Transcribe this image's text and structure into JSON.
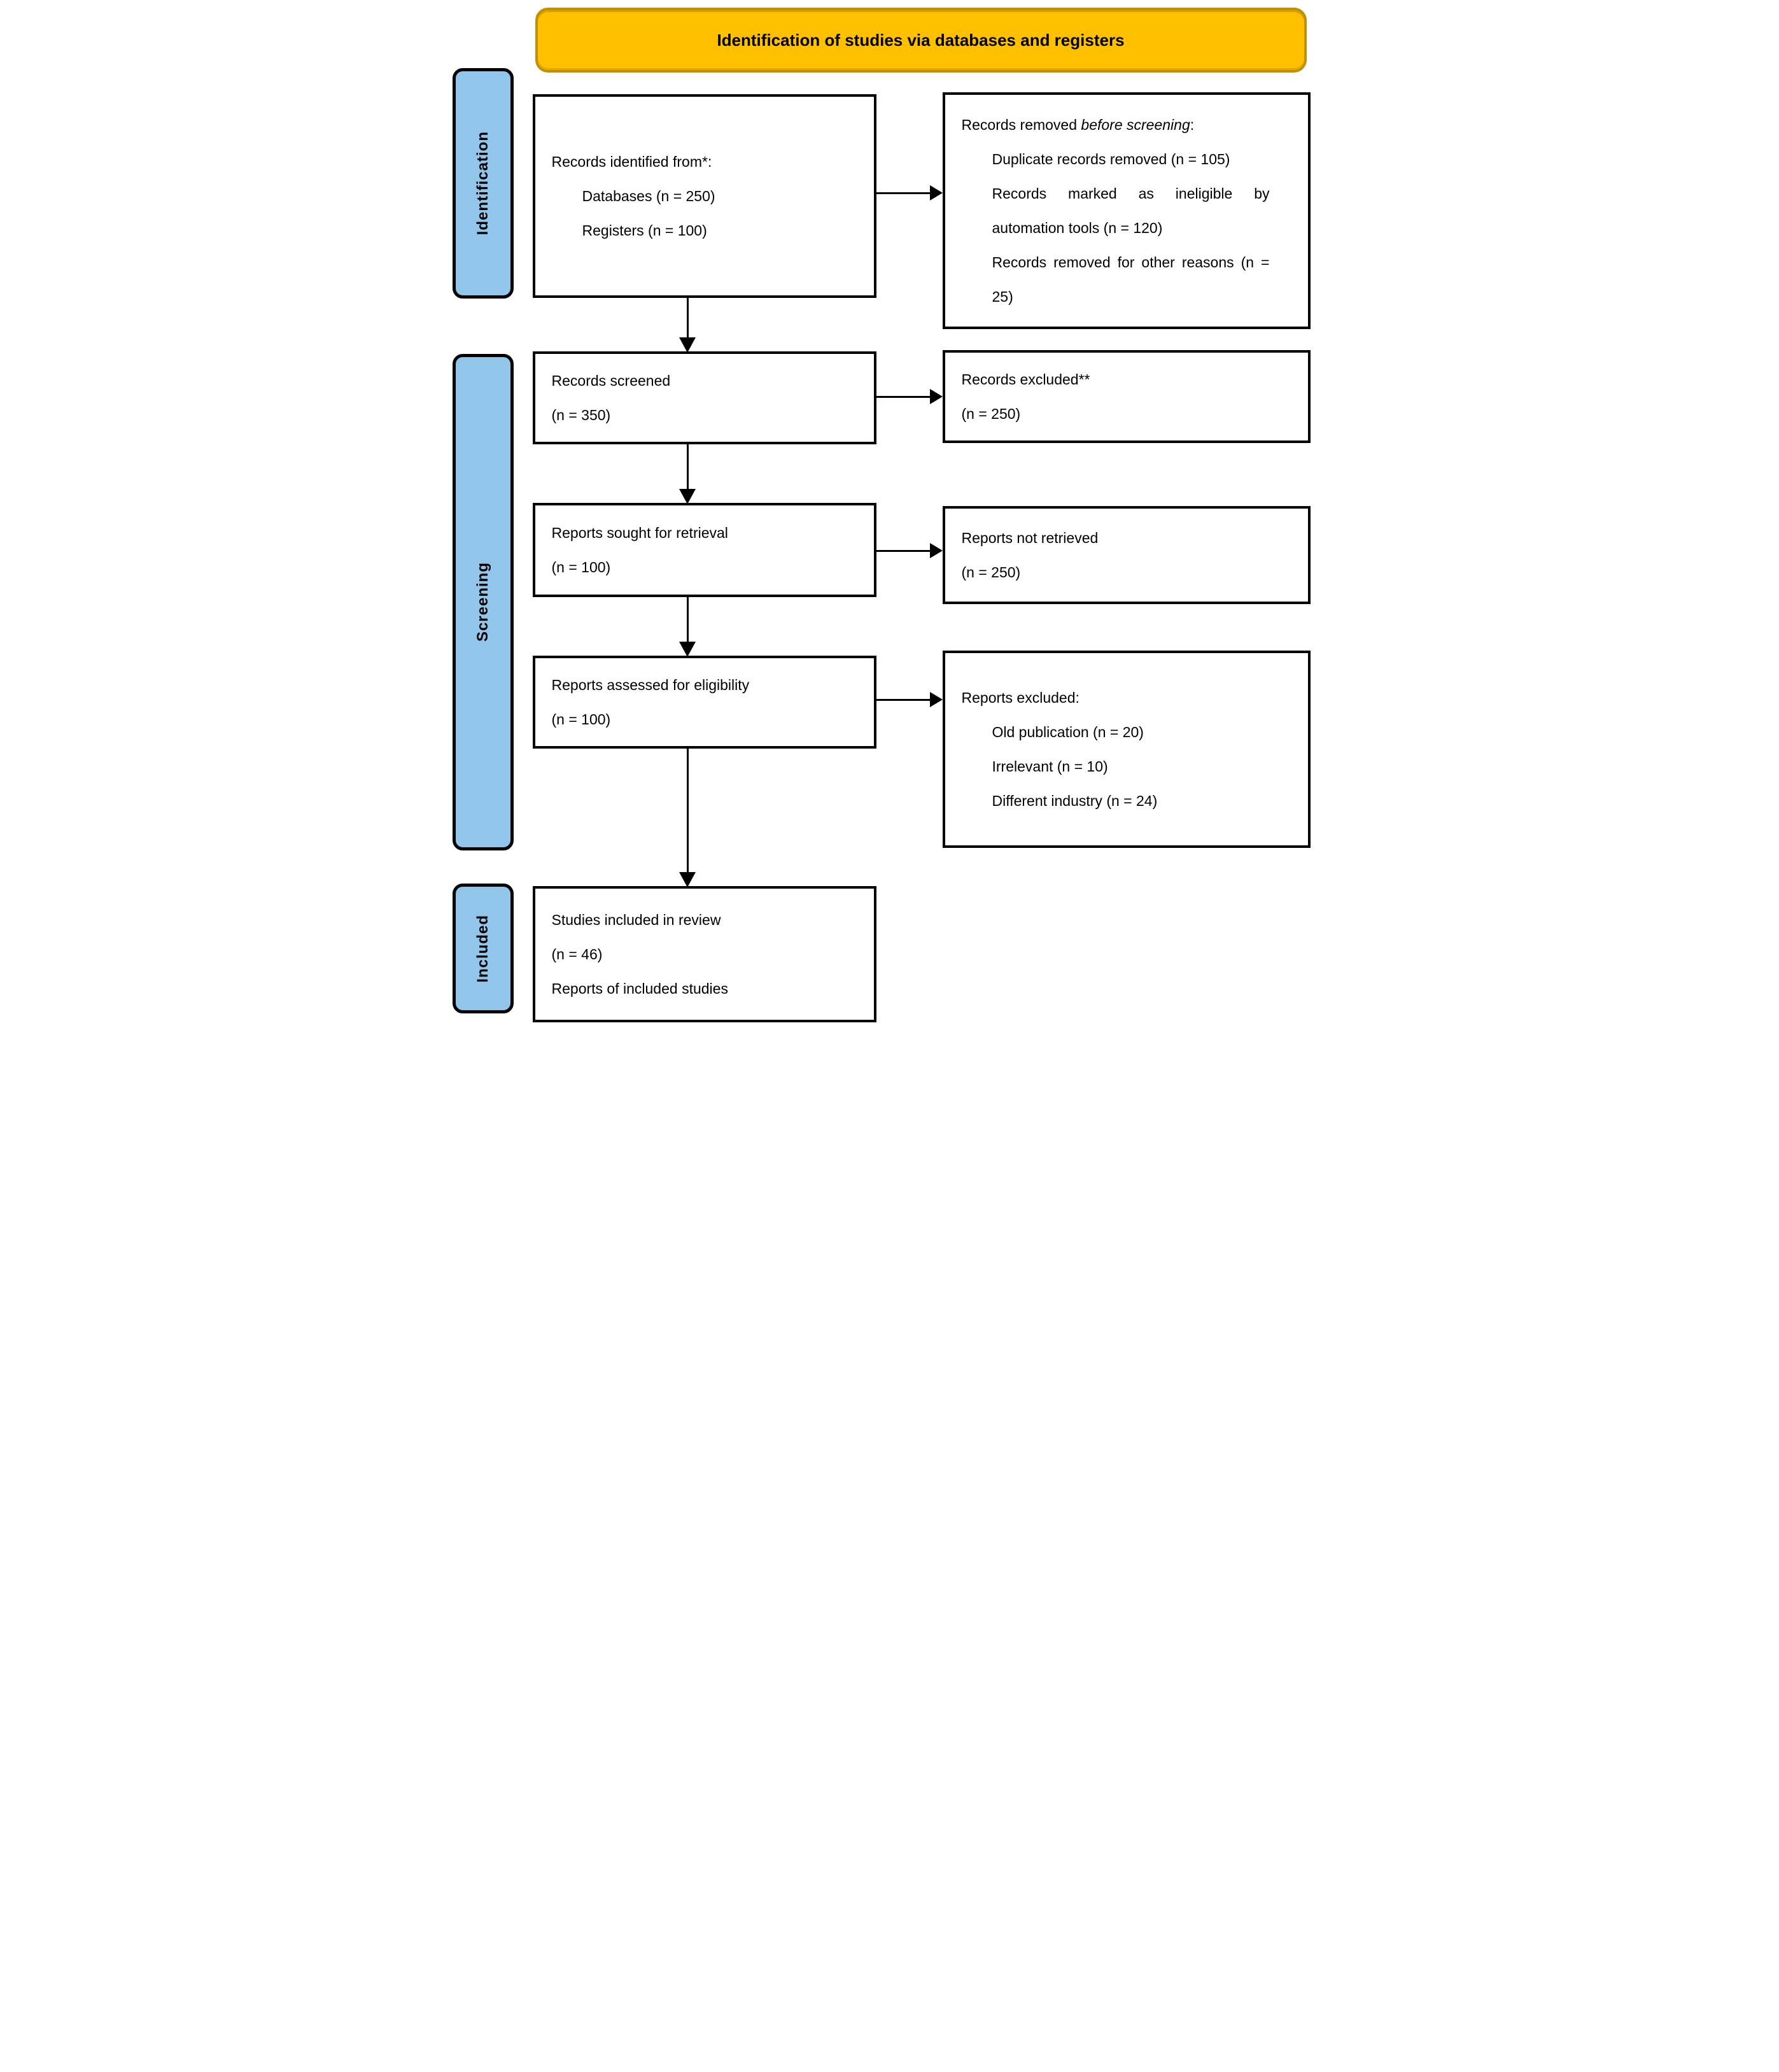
{
  "banner": {
    "title": "Identification of studies via databases and registers"
  },
  "stages": {
    "identification": "Identification",
    "screening": "Screening",
    "included": "Included"
  },
  "boxes": {
    "records_identified": {
      "heading": "Records identified from*:",
      "items": [
        "Databases (n = 250)",
        "Registers (n = 100)"
      ]
    },
    "records_removed": {
      "prefix": "Records removed ",
      "emphasis": "before screening",
      "suffix": ":",
      "items": [
        "Duplicate records removed (n = 105)",
        "Records marked as ineligible by automation tools (n = 120)",
        "Records removed for other reasons (n = 25)"
      ]
    },
    "records_screened": {
      "lines": [
        "Records screened",
        "(n = 350)"
      ]
    },
    "records_excluded": {
      "lines": [
        "Records excluded**",
        "(n = 250)"
      ]
    },
    "reports_sought": {
      "lines": [
        "Reports sought for retrieval",
        "(n = 100)"
      ]
    },
    "reports_not_retrieved": {
      "lines": [
        "Reports not retrieved",
        "(n = 250)"
      ]
    },
    "reports_assessed": {
      "lines": [
        "Reports assessed for eligibility",
        "(n = 100)"
      ]
    },
    "reports_excluded": {
      "heading": "Reports excluded:",
      "items": [
        "Old publication (n = 20)",
        "Irrelevant (n = 10)",
        "Different industry (n = 24)"
      ]
    },
    "studies_included": {
      "lines": [
        "Studies included in review",
        "(n = 46)",
        "Reports of included studies"
      ]
    }
  },
  "colors": {
    "banner_fill": "#FFC000",
    "banner_border": "#BF9000",
    "stage_fill": "#92C5EA",
    "line_color": "#000000"
  }
}
